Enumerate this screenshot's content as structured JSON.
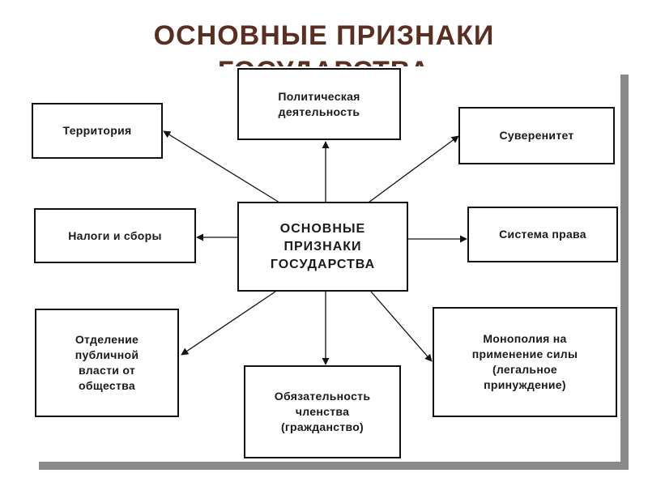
{
  "slide": {
    "title_line_1": "ОСНОВНЫЕ ПРИЗНАКИ",
    "title_line_2": "ГОСУДАРСТВА"
  },
  "diagram": {
    "center": "ОСНОВНЫЕ\nПРИЗНАКИ\nГОСУДАРСТВА",
    "nodes": {
      "political_activity": "Политическая\nдеятельность",
      "territory": "Территория",
      "sovereignty": "Суверенитет",
      "taxes": "Налоги и сборы",
      "legal_system": "Система права",
      "separation": "Отделение\nпубличной\nвласти от\nобщества",
      "membership": "Обязательность\nчленства\n(гражданство)",
      "monopoly": "Монополия на\nприменение силы\n(легальное\nпринуждение)"
    }
  },
  "colors": {
    "title": "#5b2e22",
    "border": "#111111",
    "shadow": "#8a8a8a"
  }
}
